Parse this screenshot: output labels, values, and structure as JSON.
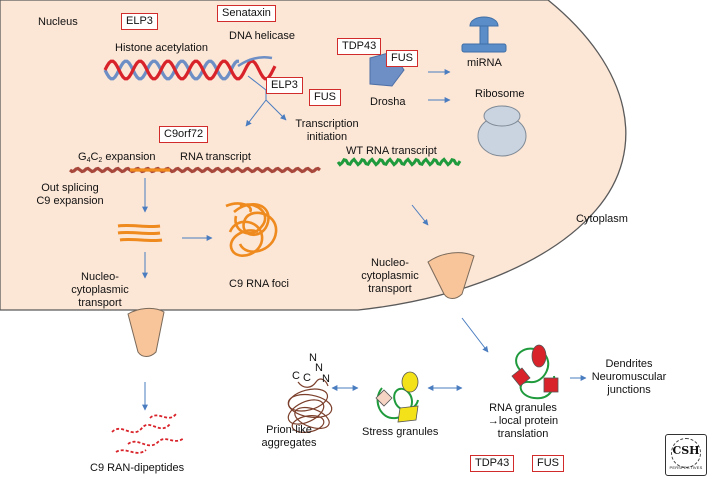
{
  "labels": {
    "nucleus": "Nucleus",
    "cytoplasm": "Cytoplasm",
    "histone_acetylation": "Histone acetylation",
    "dna_helicase": "DNA helicase",
    "drosha": "Drosha",
    "mirna": "miRNA",
    "ribosome": "Ribosome",
    "transcription_initiation_1": "Transcription",
    "transcription_initiation_2": "initiation",
    "g4c2_g": "G",
    "g4c2_4": "4",
    "g4c2_c": "C",
    "g4c2_2": "2",
    "g4c2_rest": " expansion",
    "rna_transcript": "RNA transcript",
    "wt_rna_transcript": "WT RNA transcript",
    "out_splicing_1": "Out splicing",
    "out_splicing_2": "C9 expansion",
    "c9_rna_foci": "C9 RNA foci",
    "nc_transport_left_1": "Nucleo-",
    "nc_transport_left_2": "cytoplasmic",
    "nc_transport_left_3": "transport",
    "nc_transport_right_1": "Nucleo-",
    "nc_transport_right_2": "cytoplasmic",
    "nc_transport_right_3": "transport",
    "c9_ran_dipeptides": "C9 RAN-dipeptides",
    "prion_like_1": "Prion-like",
    "prion_like_2": "aggregates",
    "stress_granules": "Stress granules",
    "rna_granules_1": "RNA granules",
    "rna_granules_2": "→local protein",
    "rna_granules_3": "translation",
    "dendrites": "Dendrites",
    "neuromuscular_1": "Neuromuscular",
    "neuromuscular_2": "junctions",
    "aggregate_letter_c1": "C",
    "aggregate_letter_n1": "N",
    "aggregate_letter_n2": "N",
    "aggregate_letter_c2": "C",
    "aggregate_letter_n3": "N"
  },
  "boxes": {
    "elp3_top": "ELP3",
    "senataxin": "Senataxin",
    "tdp43_top": "TDP43",
    "fus_top": "FUS",
    "elp3_mid": "ELP3",
    "fus_mid": "FUS",
    "c9orf72": "C9orf72",
    "tdp43_bottom": "TDP43",
    "fus_bottom": "FUS"
  },
  "logo": {
    "text": "CSH",
    "subtext": "PERSPECTIVES"
  },
  "colors": {
    "nucleus_fill": "#fce6d6",
    "nucleus_border": "#5a5a5a",
    "dna_red": "#d8232a",
    "dna_blue": "#6d8fc6",
    "rna_transcript": "#a8473b",
    "wt_rna": "#1f9a3c",
    "foci_orange": "#ee8a1e",
    "dipeptide_red": "#d8232a",
    "transport_cup": "#f8c49a",
    "arrow_blue": "#4a7dc0",
    "box_border": "#d22b2b",
    "mirna_blue": "#5b8ec9",
    "ribosome_gray": "#c9d4e0",
    "drosha_blue": "#6d8fc6"
  }
}
